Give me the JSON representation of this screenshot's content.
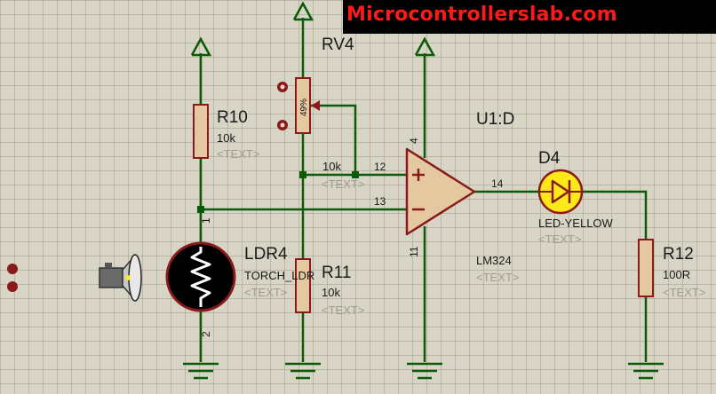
{
  "banner": {
    "text": "Microcontrollerslab.com"
  },
  "components": {
    "r10": {
      "ref": "R10",
      "value": "10k",
      "text": "<TEXT>"
    },
    "rv4": {
      "ref": "RV4",
      "percent": "49%"
    },
    "r11": {
      "ref": "R11",
      "value": "10k",
      "text": "<TEXT>"
    },
    "ldr4": {
      "ref": "LDR4",
      "value": "TORCH_LDR",
      "text": "<TEXT>"
    },
    "u1": {
      "ref": "U1:D",
      "value": "LM324",
      "text": "<TEXT>"
    },
    "d4": {
      "ref": "D4",
      "value": "LED-YELLOW",
      "text": "<TEXT>"
    },
    "r12": {
      "ref": "R12",
      "value": "100R",
      "text": "<TEXT>"
    },
    "divider_label": {
      "value": "10k",
      "text": "<TEXT>"
    }
  },
  "pins": {
    "op_noninv": "12",
    "op_inv": "13",
    "op_out": "14",
    "op_vcc": "4",
    "op_gnd": "11",
    "ldr_top": "1",
    "ldr_bottom": "2"
  },
  "colors": {
    "wire": "#0a5a0a",
    "component_outline": "#8a1a1a",
    "component_fill": "#e4c8a0",
    "led_fill": "#ffe81a",
    "banner_text": "#ff1a1a",
    "banner_bg": "#000000"
  }
}
